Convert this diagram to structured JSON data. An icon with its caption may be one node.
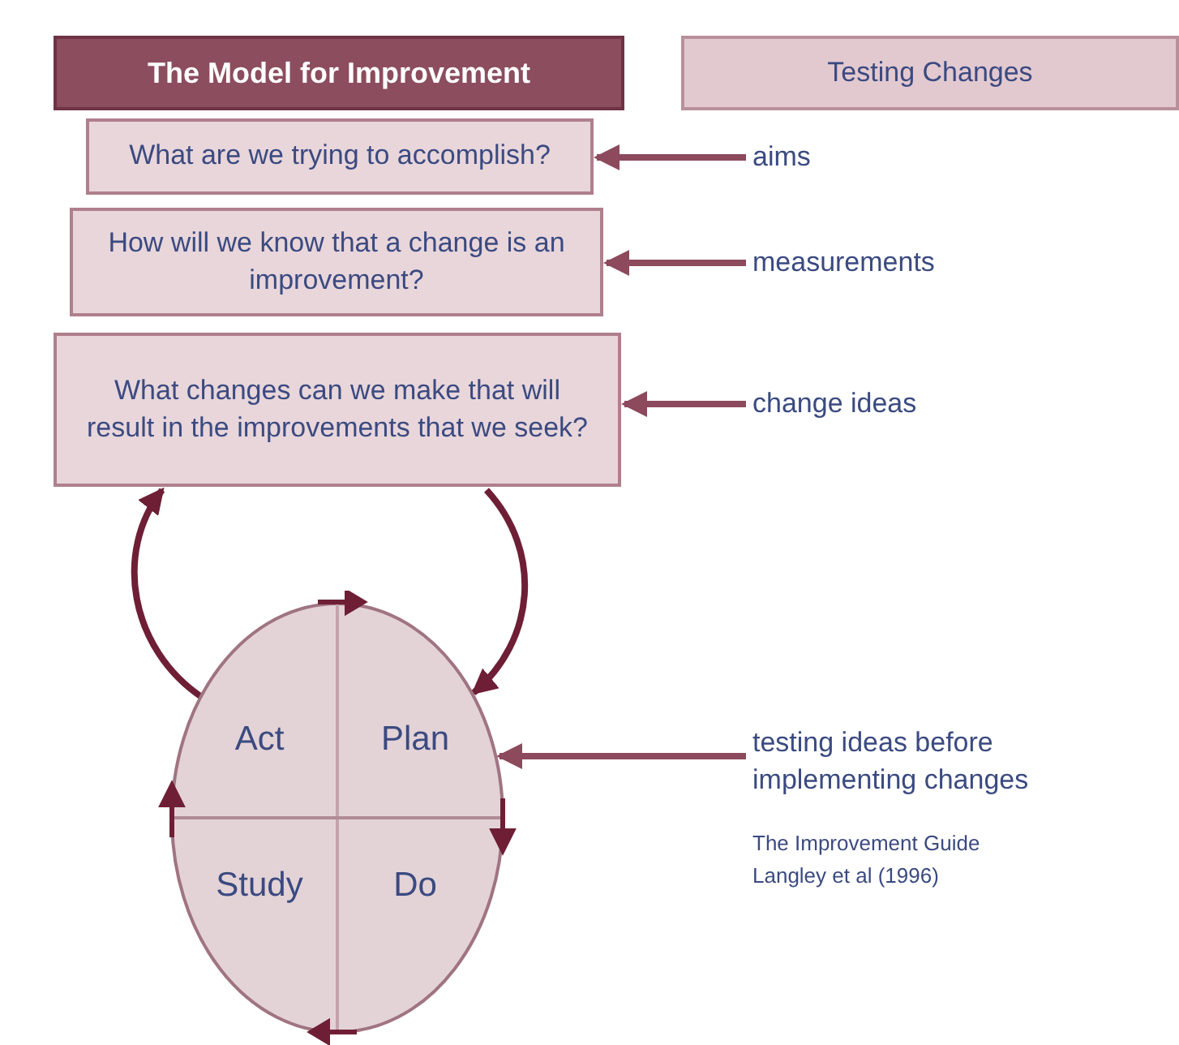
{
  "diagram": {
    "nodes": [
      {
        "text": [
          "The Model for Improvement"
        ]
      },
      {
        "text": [
          "Testing Changes"
        ]
      },
      {
        "text": [
          "What are we trying to accomplish?"
        ]
      },
      {
        "text": [
          "How will we know that a change is an improvement?"
        ]
      },
      {
        "text": [
          "What changes can we make that will result in the improvements that we seek?"
        ]
      },
      {
        "text": [
          "aims"
        ]
      },
      {
        "text": [
          "measurements"
        ]
      },
      {
        "text": [
          "change ideas"
        ]
      },
      {
        "text": [
          "Act",
          "Plan",
          "Study",
          "Do"
        ]
      },
      {
        "text": [
          "testing ideas before implementing changes"
        ]
      }
    ],
    "edges": [
      {
        "from": 5,
        "to": 2,
        "arrow": "to"
      },
      {
        "from": 6,
        "to": 3,
        "arrow": "to"
      },
      {
        "from": 7,
        "to": 4,
        "arrow": "to"
      },
      {
        "from": 9,
        "to": 8,
        "arrow": "to"
      },
      {
        "from": 8,
        "to": 4,
        "arrow": "to",
        "color": "#6e1f35"
      },
      {
        "from": 4,
        "to": 8,
        "arrow": "to",
        "color": "#6e1f35"
      }
    ],
    "labels": [
      "The Improvement Guide",
      "Langley et al (1996)"
    ]
  }
}
